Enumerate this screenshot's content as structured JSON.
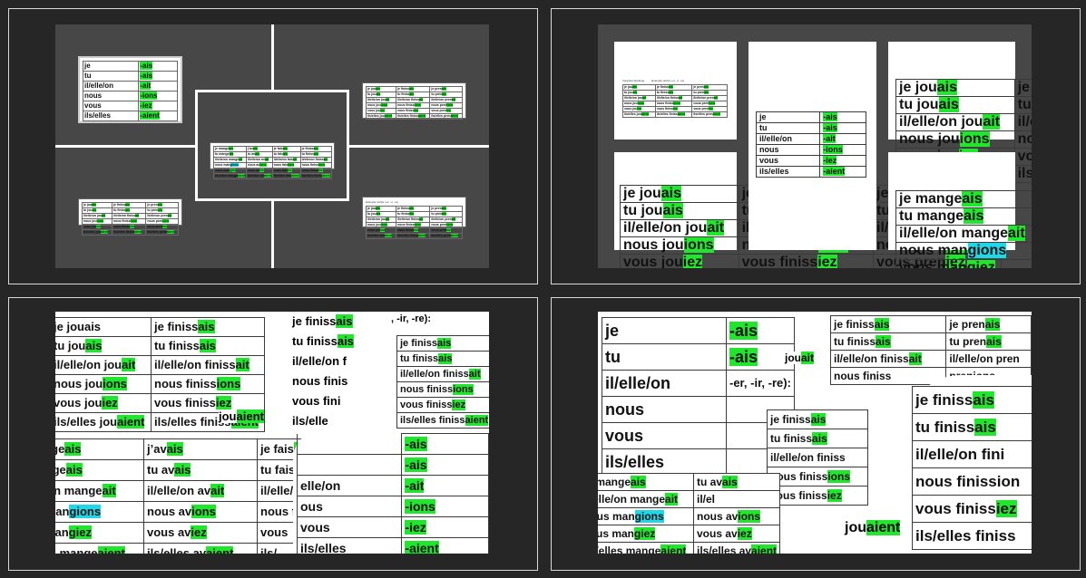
{
  "endings": {
    "pronouns": [
      "je",
      "tu",
      "il/elle/on",
      "nous",
      "vous",
      "ils/elles"
    ],
    "suffixes": [
      "-ais",
      "-ais",
      "-ait",
      "-ions",
      "-iez",
      "-aient"
    ]
  },
  "small_slide_titles": [
    "Imperfect Endings",
    "Example Verbs (-er, -ir, -re)"
  ],
  "jouer": [
    [
      "je jou",
      "ais"
    ],
    [
      "tu jou",
      "ais"
    ],
    [
      "il/elle/on jou",
      "ait"
    ],
    [
      "nous jou",
      "ions"
    ],
    [
      "vous jou",
      "iez"
    ],
    [
      "ils/elles jou",
      "aient"
    ]
  ],
  "finir": [
    [
      "je finiss",
      "ais"
    ],
    [
      "tu finiss",
      "ais"
    ],
    [
      "il/elle/on finiss",
      "ait"
    ],
    [
      "nous finiss",
      "ions"
    ],
    [
      "vous finiss",
      "iez"
    ],
    [
      "ils/elles finiss",
      "aient"
    ]
  ],
  "prendre": [
    [
      "je pren",
      "ais"
    ],
    [
      "tu pren",
      "ais"
    ],
    [
      "il/elle/on pren",
      "ait"
    ],
    [
      "nous pren",
      "ions"
    ],
    [
      "vous pren",
      "iez"
    ],
    [
      "ils/elles pren",
      "aient"
    ]
  ],
  "manger": [
    [
      "je mange",
      "ais"
    ],
    [
      "tu mange",
      "ais"
    ],
    [
      "il/elle/on mange",
      "ait"
    ],
    [
      "nous man",
      "gions"
    ],
    [
      "vous man",
      "giez"
    ],
    [
      "ils/elles mange",
      "aient"
    ]
  ],
  "avoir": [
    [
      "j’av",
      "ais"
    ],
    [
      "tu av",
      "ais"
    ],
    [
      "il/elle/on av",
      "ait"
    ],
    [
      "nous av",
      "ions"
    ],
    [
      "vous av",
      "iez"
    ],
    [
      "ils/elles av",
      "aient"
    ]
  ],
  "faire": [
    [
      "je fais",
      "ais"
    ],
    [
      "tu fais",
      "ais"
    ],
    [
      "il/elle/on fais",
      "ait"
    ],
    [
      "nous fais",
      "ions"
    ],
    [
      "vous fais",
      "iez"
    ],
    [
      "ils/elles fais",
      "aient"
    ]
  ],
  "fragments": {
    "heading_tail": ", -ir, -re):",
    "heading_tail2": "-er, -ir, -re):",
    "jouais_cut": "jouais",
    "jou_cut": "jouaient",
    "ils_cut": "ils/",
    "jouait_cut": "jouait",
    "prenions_cut": "prenions"
  }
}
